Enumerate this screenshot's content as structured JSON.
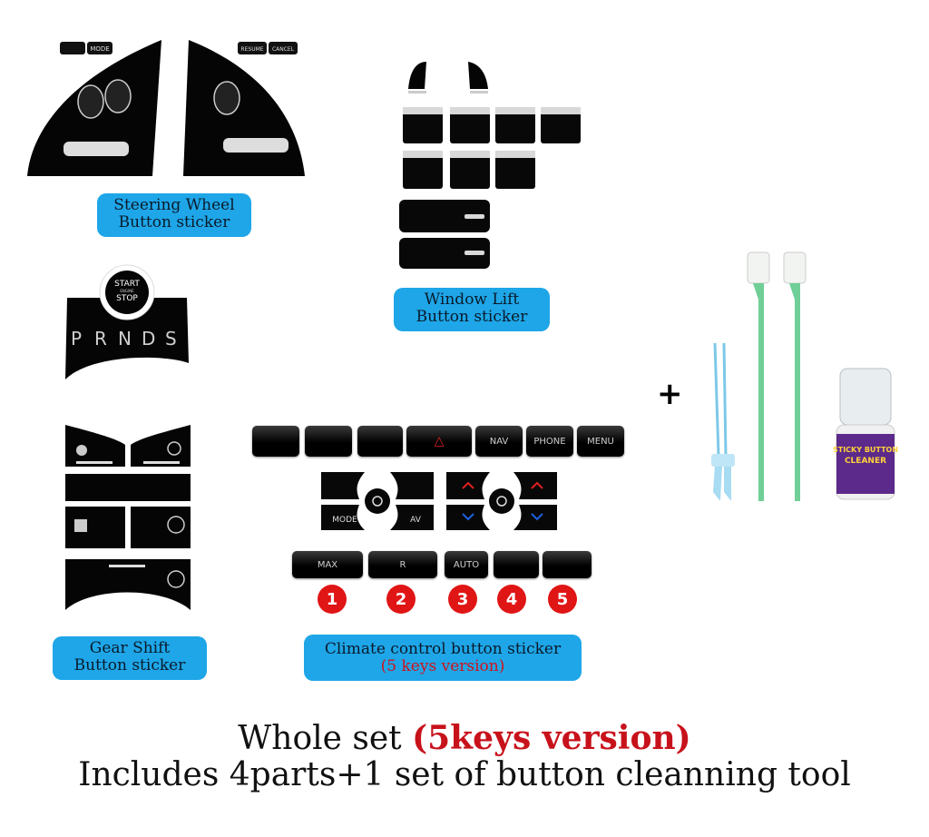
{
  "labels": {
    "steering": [
      "Steering Wheel",
      "Button sticker"
    ],
    "window": [
      "Window Lift",
      "Button sticker"
    ],
    "gear": [
      "Gear Shift",
      "Button sticker"
    ],
    "climate_line1": "Climate control button sticker",
    "climate_line2": "(5 keys version)"
  },
  "steering_buttons": {
    "left_mode": "MODE",
    "right_resume": "RESUME",
    "right_cancel": "CANCEL"
  },
  "gear_shift": {
    "start": "START",
    "engine": "ENGINE",
    "stop": "STOP",
    "letters": [
      "P",
      "R",
      "N",
      "D",
      "S"
    ]
  },
  "climate": {
    "top_row": [
      "",
      "",
      "",
      "",
      "NAV",
      "PHONE",
      "MENU"
    ],
    "mode": "MODE",
    "av": "AV",
    "bottom_row": [
      "MAX",
      "R",
      "AUTO",
      "",
      ""
    ],
    "numbers": [
      "1",
      "2",
      "3",
      "4",
      "5"
    ]
  },
  "plus_sign": "+",
  "cleaner_bottle": {
    "label_line1": "STICKY BUTTON",
    "label_line2": "CLEANER"
  },
  "caption": {
    "line1_prefix": "Whole set ",
    "line1_highlight": "(5keys version)",
    "line2": "Includes 4parts+1 set of button cleanning tool"
  },
  "colors": {
    "label_bg": "#1ea6e8",
    "highlight_red": "#c8121b",
    "swab_green": "#6fcf97"
  }
}
